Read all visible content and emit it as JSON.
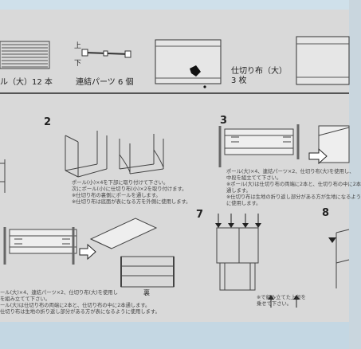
{
  "parts": {
    "pole_large": "ル（大）12 本",
    "connector_up": "上",
    "connector_down": "下",
    "connector_label": "連結パーツ 6 個",
    "divider_label": "仕切り布（大）",
    "divider_count": "3 枚"
  },
  "steps": [
    {
      "number": "2",
      "notes": [
        "ポール(小)×4を下部に取り付けて下さい。",
        "次にポール(小)に仕切り布(小)×2を取り付けます。",
        "※仕切り布の裏側にポールを通します。",
        "※仕切り布は底面が表になる方を外側に使用します。"
      ]
    },
    {
      "number": "3",
      "notes": [
        "ポール(大)×4、連結パーツ×2、仕切り布(大)を使用し、",
        "中段を組立てて下さい。",
        "※ポール(大)は仕切り布の両端に2本と、仕切り布の中に2本",
        "通します。",
        "※仕切り布は生地の折り返し部分がある方が生地になるよう",
        "に使用します。"
      ]
    },
    {
      "number": "",
      "notes": [
        "ール(大)×4、連結パーツ×2、仕切り布(大)を使用し",
        "を組み立てて下さい。",
        "ール(大)は仕切り布の両端に2本と、仕切り布の中に2本通します。",
        "仕切り布は生地の折り返し部分がある方が表になるように使用します。"
      ]
    },
    {
      "number": "7",
      "notes": [
        "※で組み立てた上段を",
        "乗せて下さい。"
      ]
    },
    {
      "number": "8",
      "notes": []
    }
  ],
  "back_label": "裏"
}
